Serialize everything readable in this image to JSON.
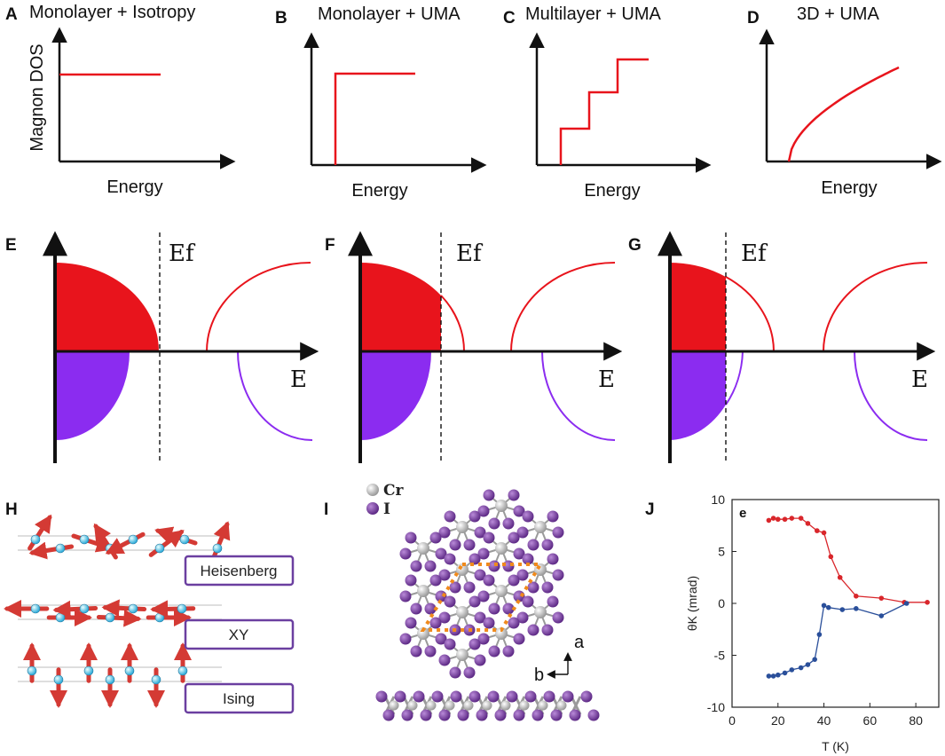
{
  "panels": {
    "A": {
      "letter": "A",
      "title": "Monolayer + Isotropy",
      "xlabel": "Energy",
      "ylabel": "Magnon DOS"
    },
    "B": {
      "letter": "B",
      "title": "Monolayer + UMA",
      "xlabel": "Energy"
    },
    "C": {
      "letter": "C",
      "title": "Multilayer + UMA",
      "xlabel": "Energy"
    },
    "D": {
      "letter": "D",
      "title": "3D + UMA",
      "xlabel": "Energy"
    },
    "E": {
      "letter": "E",
      "fermi": "Ef",
      "axis": "E"
    },
    "F": {
      "letter": "F",
      "fermi": "Ef",
      "axis": "E"
    },
    "G": {
      "letter": "G",
      "fermi": "Ef",
      "axis": "E"
    },
    "H": {
      "letter": "H",
      "models": [
        "Heisenberg",
        "XY",
        "Ising"
      ]
    },
    "I": {
      "letter": "I",
      "legend": [
        "Cr",
        "I"
      ],
      "axes": [
        "a",
        "b"
      ]
    },
    "J": {
      "letter": "J",
      "inset_letter": "e"
    }
  },
  "colors": {
    "red": "#e8141c",
    "purple": "#8b2cf0",
    "atom_cr": "#c8c8c8",
    "atom_i": "#7a3fa0",
    "bond": "#f08a1c",
    "series_red": "#d9262b",
    "series_blue": "#2a4f9a"
  },
  "chart_data": {
    "type": "line",
    "xlabel": "T (K)",
    "ylabel": "θK (mrad)",
    "xlim": [
      0,
      90
    ],
    "ylim": [
      -10,
      10
    ],
    "xticks": [
      0,
      20,
      40,
      60,
      80
    ],
    "yticks": [
      -10,
      -5,
      0,
      5,
      10
    ],
    "series": [
      {
        "color": "#d9262b",
        "x": [
          16,
          18,
          20,
          23,
          26,
          30,
          33,
          37,
          40,
          43,
          47,
          54,
          65,
          75,
          85
        ],
        "y": [
          8.0,
          8.2,
          8.1,
          8.1,
          8.2,
          8.2,
          7.7,
          7.0,
          6.8,
          4.5,
          2.5,
          0.7,
          0.5,
          0.1,
          0.1
        ]
      },
      {
        "color": "#2a4f9a",
        "x": [
          16,
          18,
          20,
          23,
          26,
          30,
          33,
          36,
          38,
          40,
          42,
          48,
          54,
          65,
          76
        ],
        "y": [
          -7.0,
          -7.0,
          -6.9,
          -6.7,
          -6.4,
          -6.2,
          -5.9,
          -5.4,
          -3.0,
          -0.2,
          -0.4,
          -0.6,
          -0.5,
          -1.2,
          0.0
        ]
      }
    ]
  }
}
